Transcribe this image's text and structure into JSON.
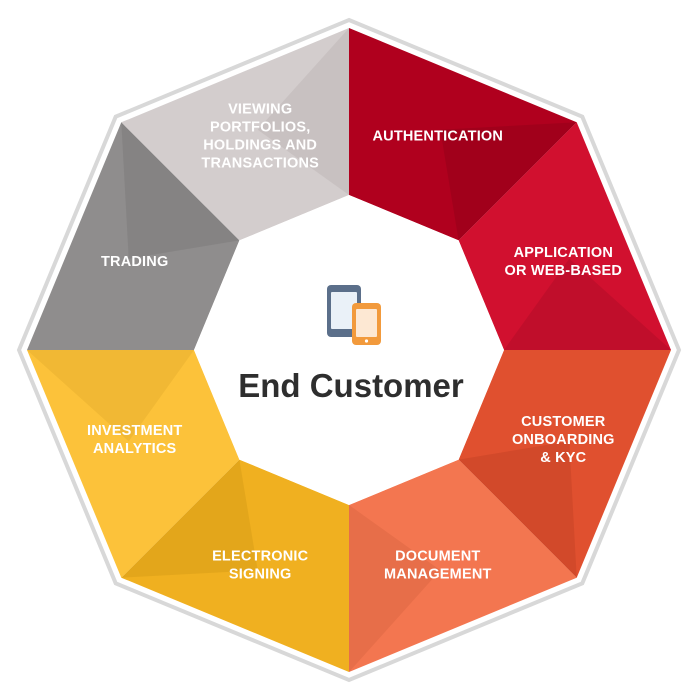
{
  "center": {
    "title": "End Customer",
    "icon": "mobile-devices-icon"
  },
  "segments": [
    {
      "id": "authentication",
      "lines": [
        "AUTHENTICATION"
      ],
      "color": "#b0001e",
      "shade": "#95001a"
    },
    {
      "id": "application",
      "lines": [
        "APPLICATION",
        "OR WEB-BASED"
      ],
      "color": "#d1102f",
      "shade": "#b30d28"
    },
    {
      "id": "onboarding",
      "lines": [
        "CUSTOMER",
        "ONBOARDING",
        "& KYC"
      ],
      "color": "#e0502f",
      "shade": "#c74327"
    },
    {
      "id": "document",
      "lines": [
        "DOCUMENT",
        "MANAGEMENT"
      ],
      "color": "#f37650",
      "shade": "#dd6743"
    },
    {
      "id": "signing",
      "lines": [
        "ELECTRONIC",
        "SIGNING"
      ],
      "color": "#f0b020",
      "shade": "#d99e18"
    },
    {
      "id": "analytics",
      "lines": [
        "INVESTMENT",
        "ANALYTICS"
      ],
      "color": "#fcc23a",
      "shade": "#e8b030"
    },
    {
      "id": "trading",
      "lines": [
        "TRADING"
      ],
      "color": "#8f8d8d",
      "shade": "#7d7b7b"
    },
    {
      "id": "viewing",
      "lines": [
        "VIEWING",
        "PORTFOLIOS,",
        "HOLDINGS AND",
        "TRANSACTIONS"
      ],
      "color": "#d3cdcd",
      "shade": "#bfb8b8"
    }
  ],
  "colors": {
    "outline": "#d8d8d8",
    "center_fill": "#ffffff",
    "tablet": "#5b6f8a",
    "phone": "#f29a3c"
  }
}
